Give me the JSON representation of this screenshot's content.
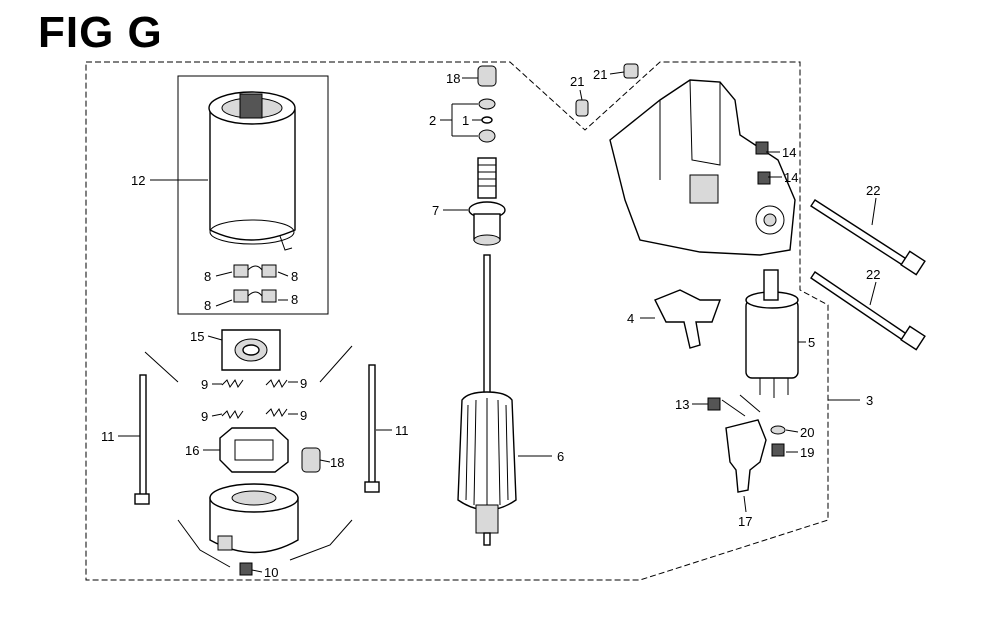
{
  "figure": {
    "title": "FIG G"
  },
  "labels": {
    "l1": "1",
    "l2": "2",
    "l3": "3",
    "l4": "4",
    "l5": "5",
    "l6": "6",
    "l7": "7",
    "l8": "8",
    "l9": "9",
    "l10": "10",
    "l11": "11",
    "l12": "12",
    "l13": "13",
    "l14": "14",
    "l15": "15",
    "l16": "16",
    "l17": "17",
    "l18": "18",
    "l19": "19",
    "l20": "20",
    "l21": "21",
    "l22": "22"
  }
}
